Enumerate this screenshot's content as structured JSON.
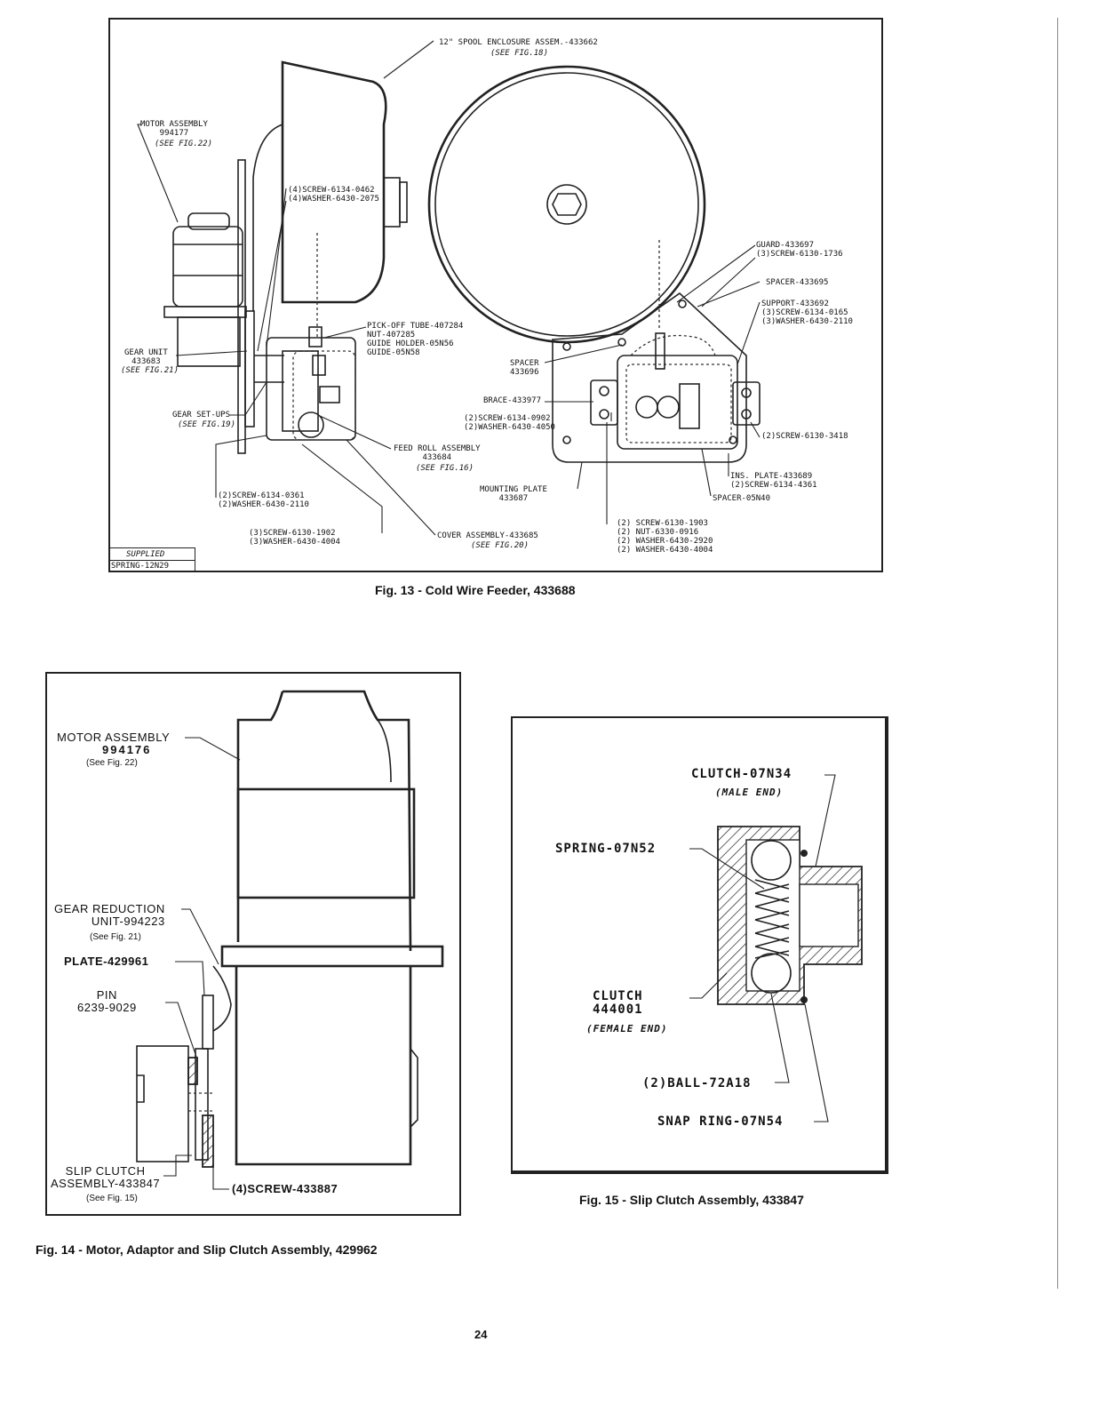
{
  "fig13": {
    "caption": "Fig. 13 - Cold Wire Feeder, 433688",
    "labels": {
      "spool_enclosure": "12\" SPOOL ENCLOSURE ASSEM.-433662",
      "spool_enclosure_ref": "(SEE FIG.18)",
      "motor_assembly": "MOTOR ASSEMBLY\n994177",
      "motor_assembly_ref": "(SEE FIG.22)",
      "screw_washer_top": "(4)SCREW-6134-0462\n(4)WASHER-6430-2075",
      "guard": "GUARD-433697\n(3)SCREW-6130-1736",
      "spacer_433695": "SPACER-433695",
      "support": "SUPPORT-433692\n(3)SCREW-6134-0165\n(3)WASHER-6430-2110",
      "pickoff": "PICK-OFF TUBE-407284\nNUT-407285\nGUIDE HOLDER-05N56\nGUIDE-05N58",
      "gear_unit": "GEAR UNIT\n433683",
      "gear_unit_ref": "(SEE FIG.21)",
      "spacer_433696": "SPACER\n433696",
      "brace": "BRACE-433977",
      "screw_washer_brace": "(2)SCREW-6134-0902\n(2)WASHER-6430-4050",
      "screw_3418": "(2)SCREW-6130-3418",
      "gear_setups": "GEAR SET-UPS",
      "gear_setups_ref": "(SEE FIG.19)",
      "feed_roll": "FEED ROLL ASSEMBLY\n433684",
      "feed_roll_ref": "(SEE FIG.16)",
      "mounting_plate": "MOUNTING PLATE\n433687",
      "ins_plate": "INS. PLATE-433689\n(2)SCREW-6134-4361",
      "spacer_05n40": "SPACER-05N40",
      "screw_washer_0361": "(2)SCREW-6134-0361\n(2)WASHER-6430-2110",
      "screw_washer_1902": "(3)SCREW-6130-1902\n(3)WASHER-6430-4004",
      "cover": "COVER ASSEMBLY-433685",
      "cover_ref": "(SEE FIG.20)",
      "bottom_group": "(2) SCREW-6130-1903\n(2) NUT-6330-0916\n(2) WASHER-6430-2920\n(2) WASHER-6430-4004",
      "supplied": "SUPPLIED",
      "spring": "SPRING-12N29"
    }
  },
  "fig14": {
    "caption": "Fig. 14 - Motor, Adaptor and Slip Clutch Assembly, 429962",
    "labels": {
      "motor_assembly": "MOTOR ASSEMBLY",
      "motor_number": "994176",
      "motor_ref": "(See Fig. 22)",
      "gear_reduction": "GEAR REDUCTION\nUNIT-994223",
      "gear_reduction_ref": "(See Fig. 21)",
      "plate": "PLATE-429961",
      "pin": "PIN\n6239-9029",
      "slip_clutch": "SLIP CLUTCH\nASSEMBLY-433847",
      "slip_clutch_ref": "(See Fig. 15)",
      "screw": "(4)SCREW-433887"
    }
  },
  "fig15": {
    "caption": "Fig. 15 - Slip Clutch Assembly, 433847",
    "labels": {
      "clutch_male": "CLUTCH-07N34",
      "clutch_male_ref": "(MALE END)",
      "spring": "SPRING-07N52",
      "clutch_female": "CLUTCH\n444001",
      "clutch_female_ref": "(FEMALE END)",
      "ball": "(2)BALL-72A18",
      "snap_ring": "SNAP RING-07N54"
    }
  },
  "page_number": "24"
}
